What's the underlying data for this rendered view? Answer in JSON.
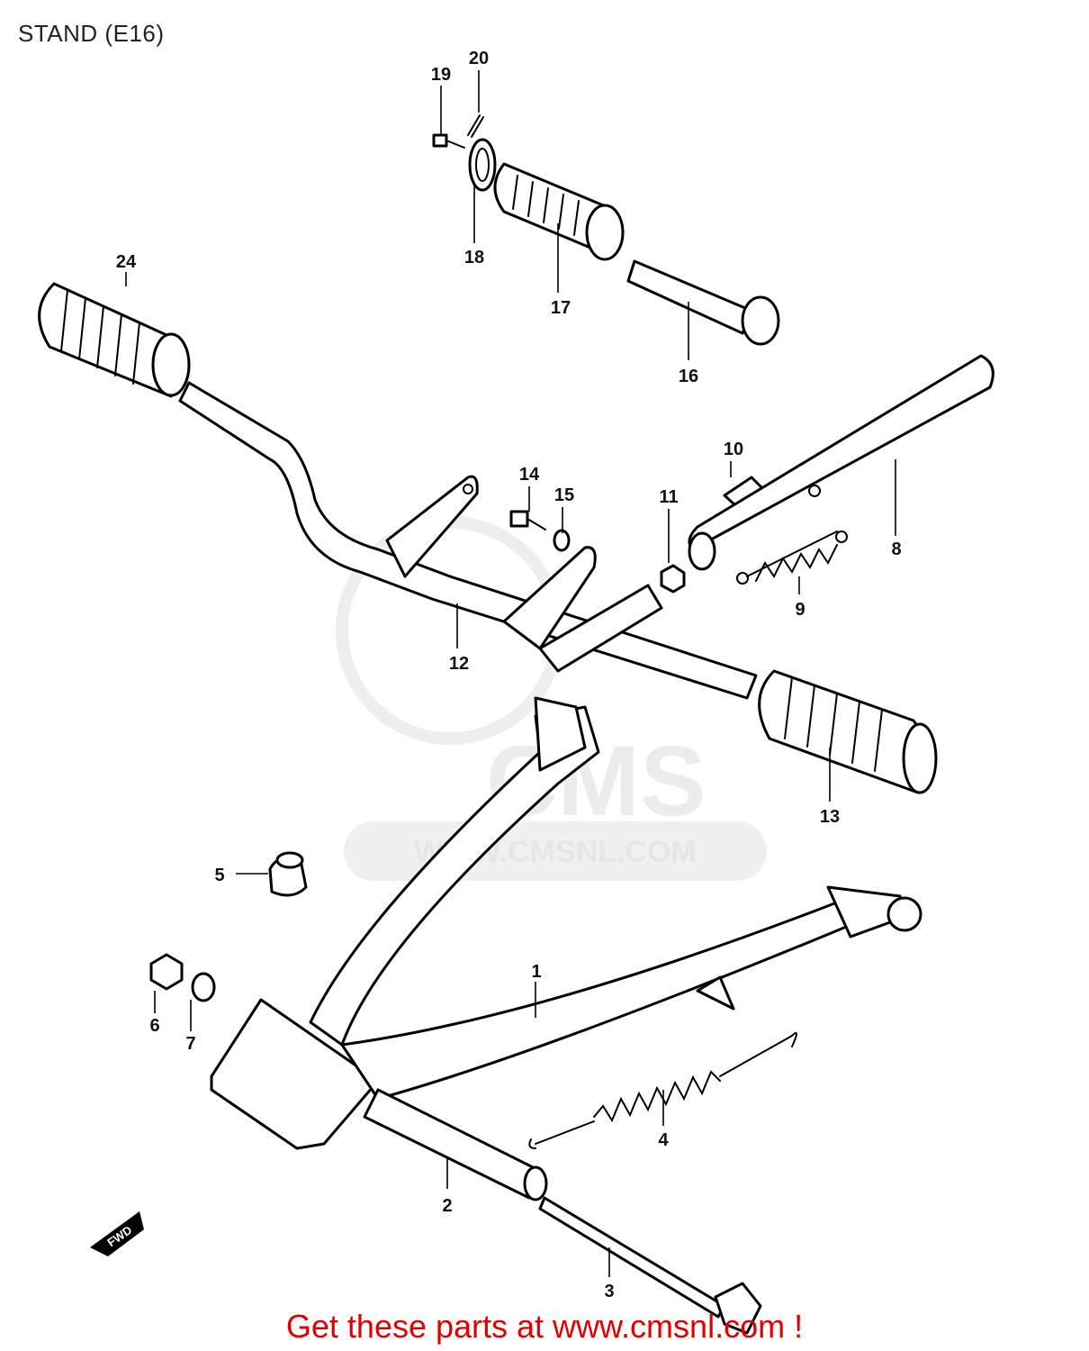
{
  "title": "STAND (E16)",
  "watermark": {
    "logo_text": "CMS",
    "url_text": "WWW.CMSNL.COM"
  },
  "callouts": [
    "1",
    "2",
    "3",
    "4",
    "5",
    "6",
    "7",
    "8",
    "9",
    "10",
    "11",
    "12",
    "13",
    "14",
    "15",
    "16",
    "17",
    "18",
    "19",
    "20",
    "24"
  ],
  "fwd_label": "FWD",
  "footer": {
    "text": "Get these parts at www.cmsnl.com !"
  },
  "colors": {
    "footer_text": "#e00000",
    "line_art": "#000000",
    "watermark": "#e6e6e6"
  }
}
